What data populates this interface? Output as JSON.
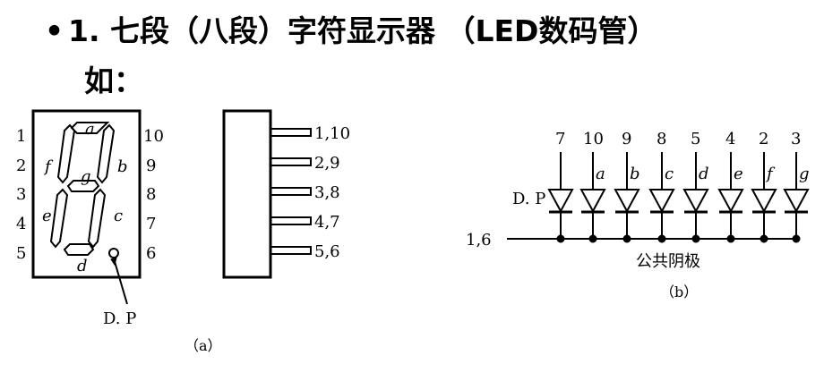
{
  "title": {
    "bullet": "•",
    "text": "1. 七段（八段）字符显示器 （LED数码管）"
  },
  "subtitle": "如：",
  "diagram_a": {
    "left_pins": [
      "1",
      "2",
      "3",
      "4",
      "5"
    ],
    "right_pins": [
      "10",
      "9",
      "8",
      "7",
      "6"
    ],
    "segments": [
      "a",
      "b",
      "c",
      "d",
      "e",
      "f",
      "g"
    ],
    "dp_label": "D. P",
    "side_pins": [
      "1,10",
      "2,9",
      "3,8",
      "4,7",
      "5,6"
    ],
    "caption": "（a）"
  },
  "diagram_b": {
    "pin_numbers": [
      "7",
      "10",
      "9",
      "8",
      "5",
      "4",
      "2",
      "3"
    ],
    "segment_labels": [
      "",
      "a",
      "b",
      "c",
      "d",
      "e",
      "f",
      "g"
    ],
    "dp_label": "D. P",
    "common_pin": "1,6",
    "common_label": "公共阴极",
    "caption": "（b）"
  }
}
